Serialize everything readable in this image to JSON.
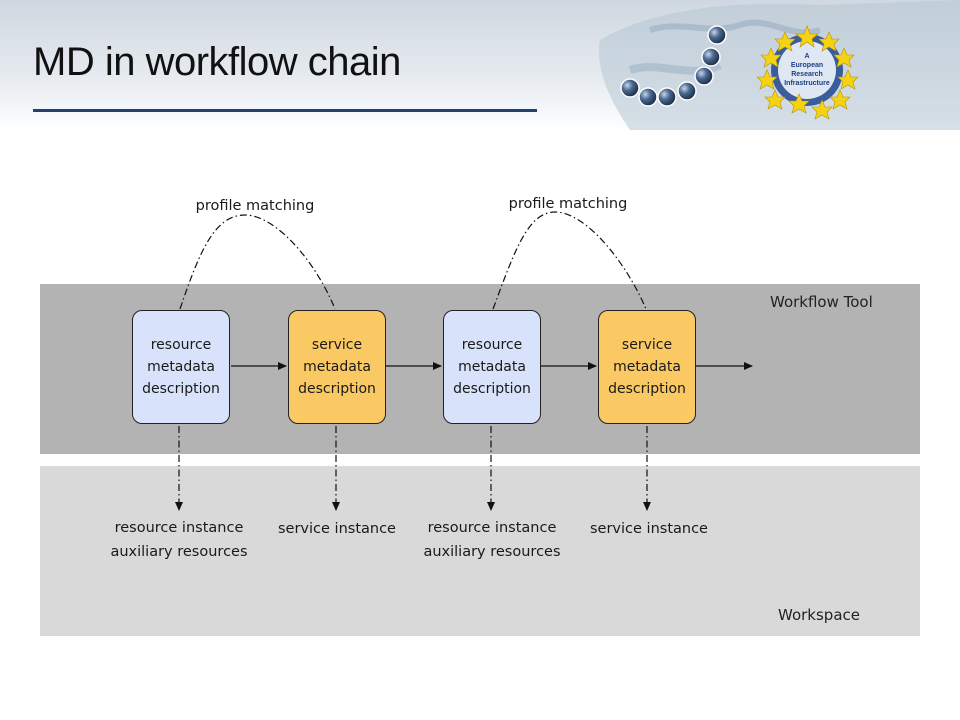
{
  "header": {
    "title": "MD in workflow chain"
  },
  "logo": {
    "lines": [
      "A",
      "European",
      "Research",
      "Infrastructure"
    ],
    "colors": {
      "ring": "#1d3f86",
      "stars": "#f5d312",
      "dots": "#39597f"
    }
  },
  "workflow_tool": {
    "label": "Workflow Tool"
  },
  "workspace": {
    "label": "Workspace"
  },
  "chain": {
    "nodes": [
      {
        "kind": "resource",
        "lines": [
          "resource",
          "metadata",
          "description"
        ]
      },
      {
        "kind": "service",
        "lines": [
          "service",
          "metadata",
          "description"
        ]
      },
      {
        "kind": "resource",
        "lines": [
          "resource",
          "metadata",
          "description"
        ]
      },
      {
        "kind": "service",
        "lines": [
          "service",
          "metadata",
          "description"
        ]
      }
    ],
    "matching": [
      "profile matching",
      "profile matching"
    ],
    "instances": [
      [
        "resource instance",
        "auxiliary resources"
      ],
      [
        "service instance"
      ],
      [
        "resource instance",
        "auxiliary resources"
      ],
      [
        "service instance"
      ]
    ]
  },
  "colors": {
    "resource_fill": "#d8e2fb",
    "service_fill": "#fbc964",
    "workflow_band": "#b3b3b3",
    "workspace_band": "#d9d9d9",
    "title_rule": "#243f73"
  }
}
